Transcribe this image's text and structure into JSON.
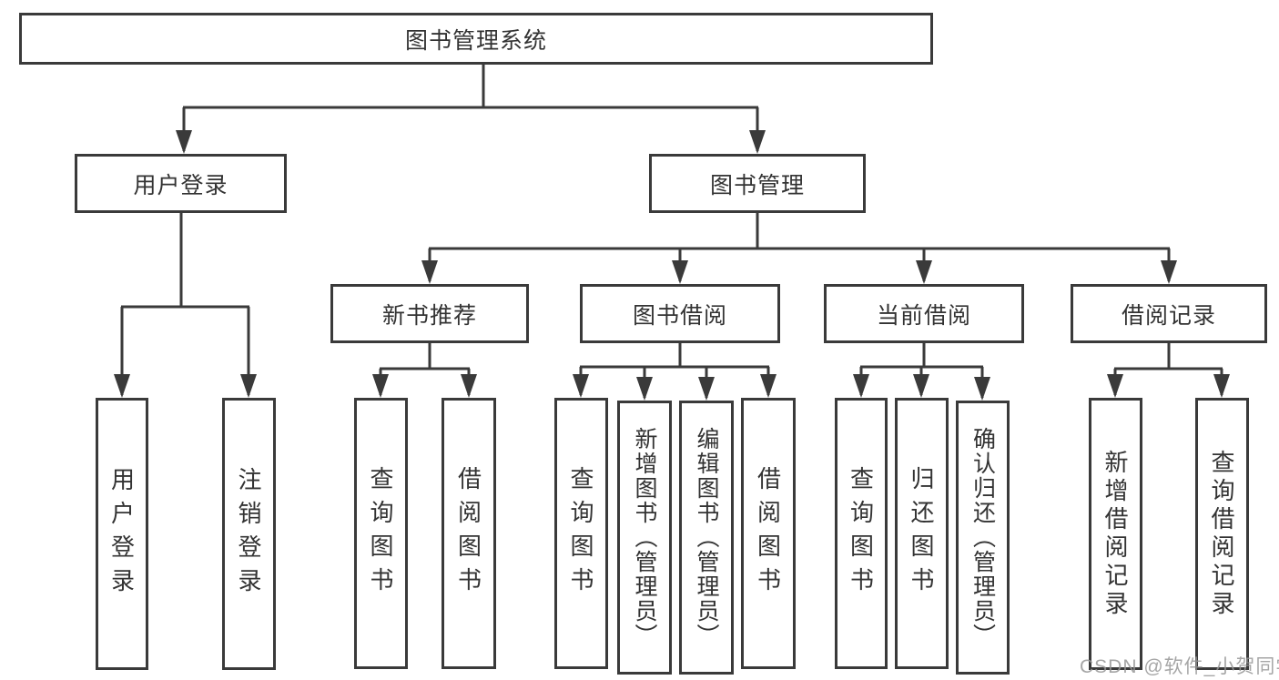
{
  "diagram": {
    "root": {
      "label": "图书管理系统"
    },
    "branches": [
      {
        "label": "用户登录",
        "children": [
          "用户登录",
          "注销登录"
        ]
      },
      {
        "label": "图书管理",
        "children": [
          {
            "label": "新书推荐",
            "children": [
              "查询图书",
              "借阅图书"
            ]
          },
          {
            "label": "图书借阅",
            "children": [
              "查询图书",
              "新增图书（管理员）",
              "编辑图书（管理员）",
              "借阅图书"
            ]
          },
          {
            "label": "当前借阅",
            "children": [
              "查询图书",
              "归还图书",
              "确认归还（管理员）"
            ]
          },
          {
            "label": "借阅记录",
            "children": [
              "新增借阅记录",
              "查询借阅记录"
            ]
          }
        ]
      }
    ],
    "watermark": "CSDN @软件_小贺同学"
  }
}
